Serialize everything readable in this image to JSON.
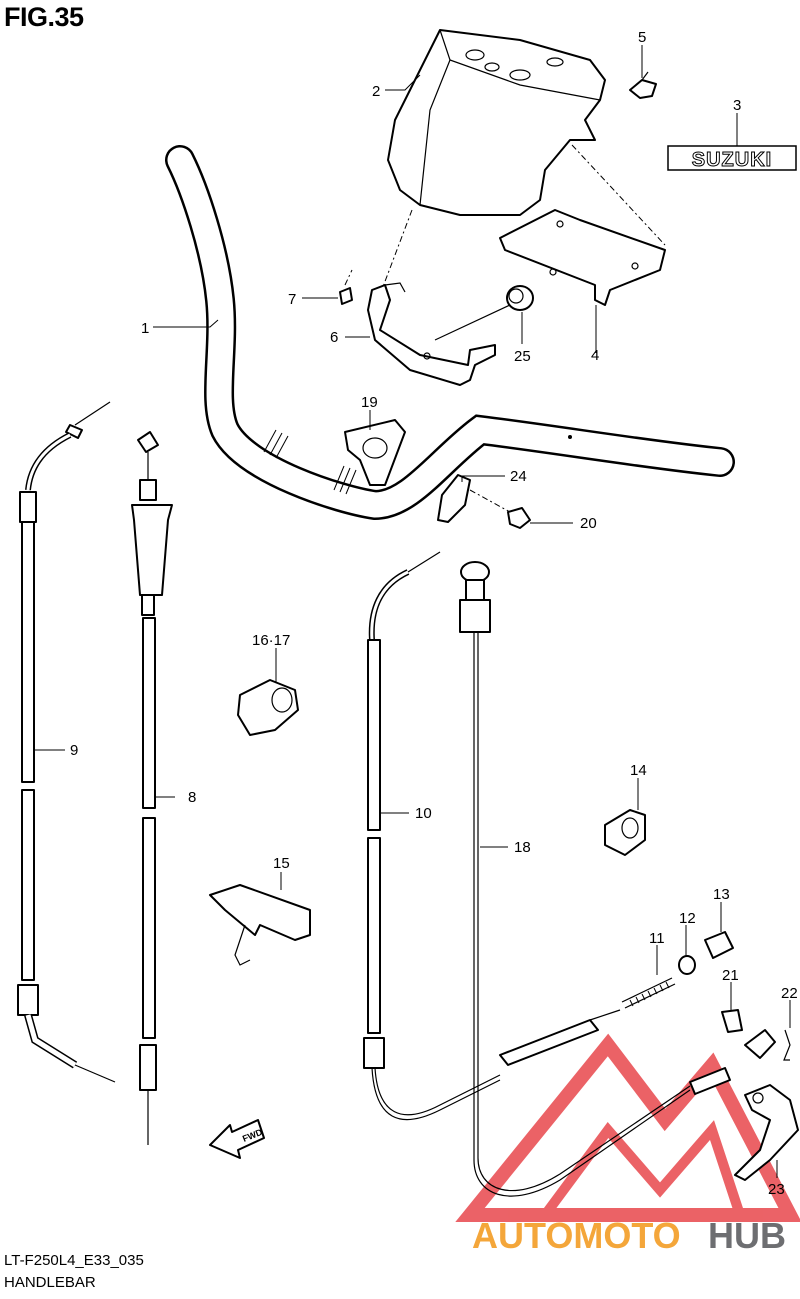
{
  "figure": {
    "title": "FIG.35",
    "code": "LT-F250L4_E33_035",
    "name": "HANDLEBAR"
  },
  "emblem_text": "SUZUKI",
  "fwd_text": "FWD",
  "watermark": {
    "text_orange": "AUTOMOTO",
    "text_gray": "HUB",
    "color_red": "#e8474c",
    "color_orange": "#f4a63a",
    "color_gray": "#6d6e71"
  },
  "callouts": [
    {
      "id": "label-1",
      "text": "1"
    },
    {
      "id": "label-2",
      "text": "2"
    },
    {
      "id": "label-3",
      "text": "3"
    },
    {
      "id": "label-4",
      "text": "4"
    },
    {
      "id": "label-5",
      "text": "5"
    },
    {
      "id": "label-6",
      "text": "6"
    },
    {
      "id": "label-7",
      "text": "7"
    },
    {
      "id": "label-8",
      "text": "8"
    },
    {
      "id": "label-9",
      "text": "9"
    },
    {
      "id": "label-10",
      "text": "10"
    },
    {
      "id": "label-11",
      "text": "11"
    },
    {
      "id": "label-12",
      "text": "12"
    },
    {
      "id": "label-13",
      "text": "13"
    },
    {
      "id": "label-14",
      "text": "14"
    },
    {
      "id": "label-15",
      "text": "15"
    },
    {
      "id": "label-16-17",
      "text": "16·17"
    },
    {
      "id": "label-18",
      "text": "18"
    },
    {
      "id": "label-19",
      "text": "19"
    },
    {
      "id": "label-20",
      "text": "20"
    },
    {
      "id": "label-21",
      "text": "21"
    },
    {
      "id": "label-22",
      "text": "22"
    },
    {
      "id": "label-23",
      "text": "23"
    },
    {
      "id": "label-24",
      "text": "24"
    },
    {
      "id": "label-25",
      "text": "25"
    }
  ]
}
